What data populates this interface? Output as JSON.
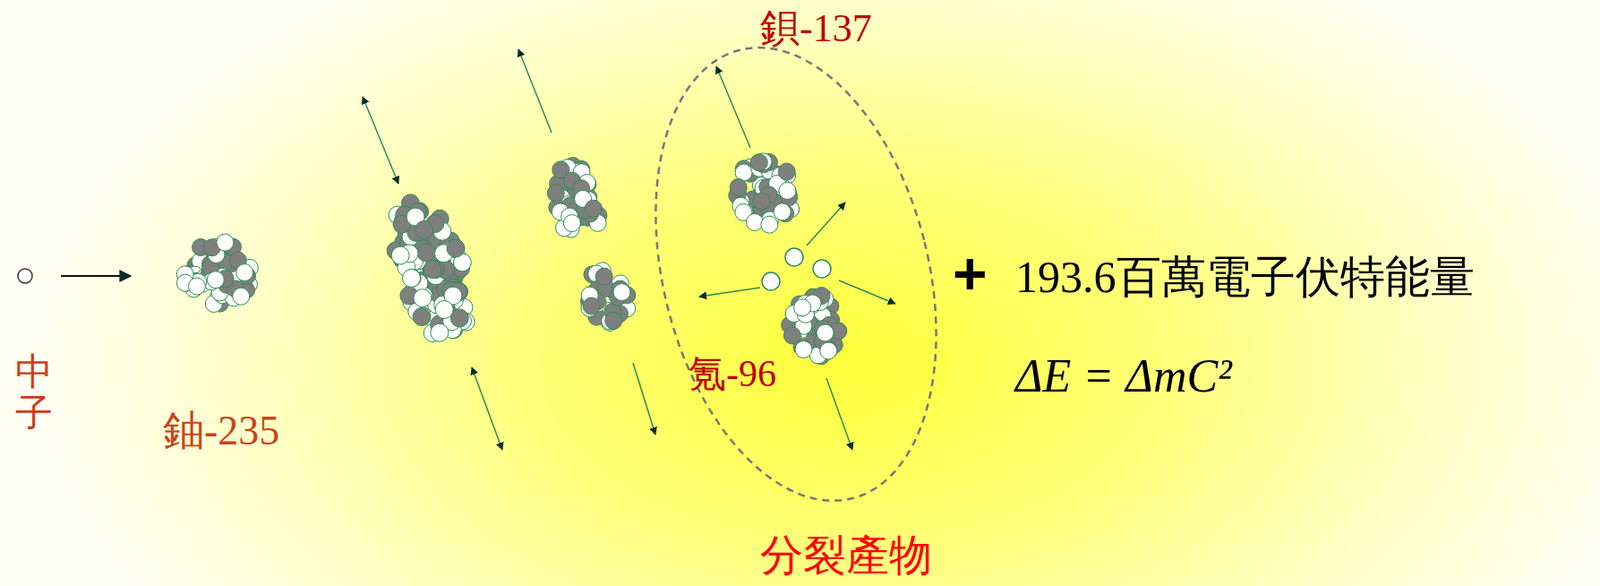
{
  "diagram": {
    "labels": [
      "中子",
      "鈾-235",
      "鋇-137",
      "氪-96",
      "+",
      "193.6百萬電子伏特能量",
      "ΔE = ΔmC²",
      "分裂產物"
    ]
  }
}
